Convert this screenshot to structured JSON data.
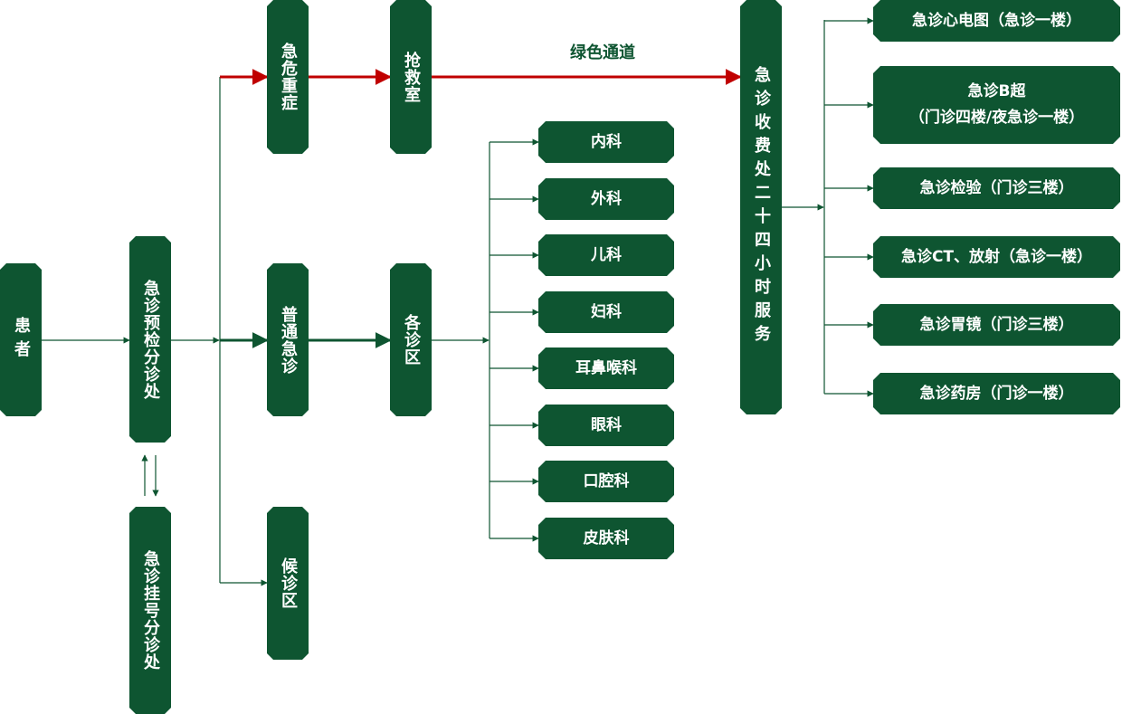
{
  "nodes": {
    "patient": "患者",
    "triage": "急诊预检分诊处",
    "registration": "急诊挂号分诊处",
    "critical": "急危重症",
    "general": "普通急诊",
    "waiting": "候诊区",
    "rescue": "抢救室",
    "departments_area": "各诊区",
    "cashier": "急诊收费处二十四小时服务"
  },
  "green_channel_label": "绿色通道",
  "departments": [
    "内科",
    "外科",
    "儿科",
    "妇科",
    "耳鼻喉科",
    "眼科",
    "口腔科",
    "皮肤科"
  ],
  "services": [
    {
      "line1": "急诊心电图（急诊一楼）",
      "line2": ""
    },
    {
      "line1": "急诊B超",
      "line2": "（门诊四楼/夜急诊一楼）"
    },
    {
      "line1": "急诊检验（门诊三楼）",
      "line2": ""
    },
    {
      "line1": "急诊CT、放射（急诊一楼）",
      "line2": ""
    },
    {
      "line1": "急诊胃镜（门诊三楼）",
      "line2": ""
    },
    {
      "line1": "急诊药房（门诊一楼）",
      "line2": ""
    }
  ],
  "colors": {
    "node_fill": "#0e5531",
    "connector": "#0e5531",
    "green_channel_arrow": "#c00000",
    "text_on_node": "#ffffff"
  }
}
